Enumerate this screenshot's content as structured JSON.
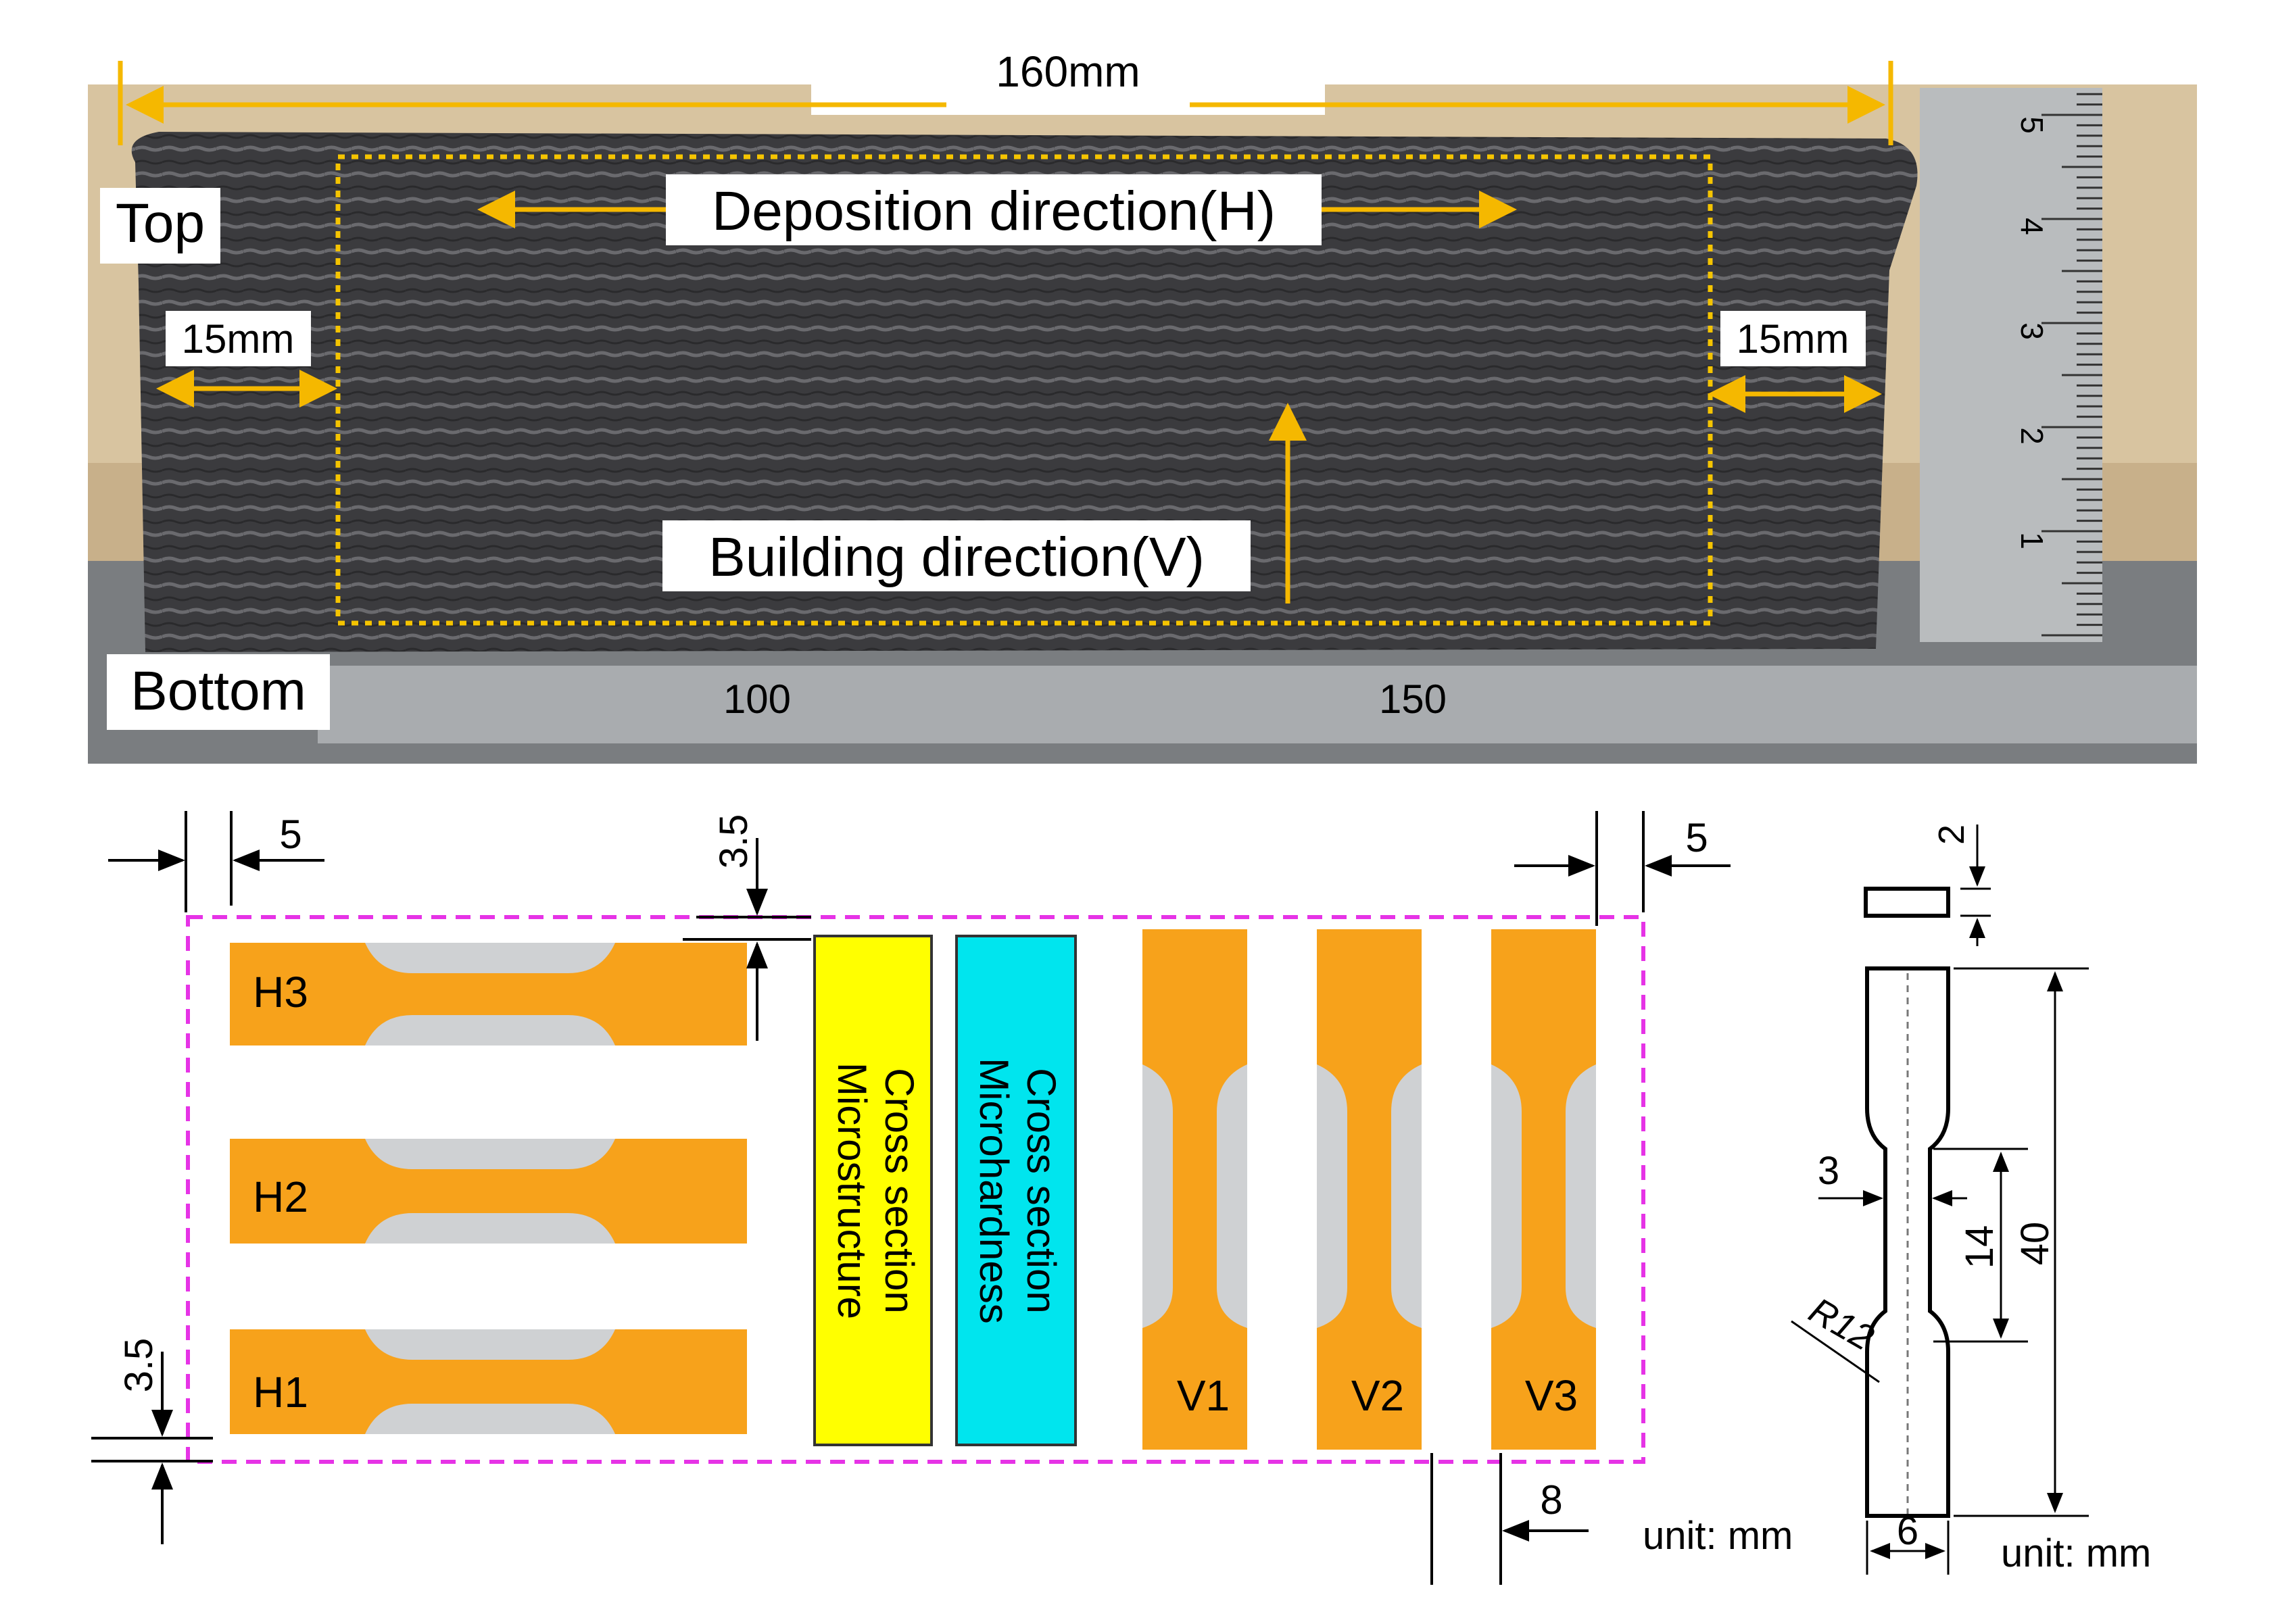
{
  "photo": {
    "length_label": "160mm",
    "top_label": "Top",
    "bottom_label": "Bottom",
    "left_margin_label": "15mm",
    "right_margin_label": "15mm",
    "deposition_label": "Deposition direction(H)",
    "building_label": "Building direction(V)",
    "ruler_numbers": [
      "5",
      "4",
      "3",
      "2",
      "1"
    ],
    "bottom_ruler_numbers": [
      "100",
      "150"
    ],
    "colors": {
      "arrow": "#f5b800",
      "wall": "#3b3b3e",
      "background": "#c8b08a",
      "roi": "#f5c400"
    }
  },
  "layout": {
    "labels": {
      "h1": "H1",
      "h2": "H2",
      "h3": "H3",
      "v1": "V1",
      "v2": "V2",
      "v3": "V3"
    },
    "microstructure_label": [
      "Cross section",
      "Microstructure"
    ],
    "microhardness_label": [
      "Cross section",
      "Microhardness"
    ],
    "dims": {
      "left_gap": "5",
      "right_gap": "5",
      "top_gap": "3.5",
      "bottom_gap": "3.5",
      "v_spacing": "8"
    },
    "unit_label": "unit: mm",
    "colors": {
      "specimen": "#f7a21b",
      "grip_gap": "#cfd1d3",
      "microstructure": "#ffff00",
      "microhardness": "#00e5ee",
      "boundary": "#e633e6"
    }
  },
  "specimen": {
    "thickness": "2",
    "gauge_width": "3",
    "gauge_length": "14",
    "total_length": "40",
    "radius": "R12",
    "grip_width": "6",
    "unit_label": "unit: mm"
  }
}
